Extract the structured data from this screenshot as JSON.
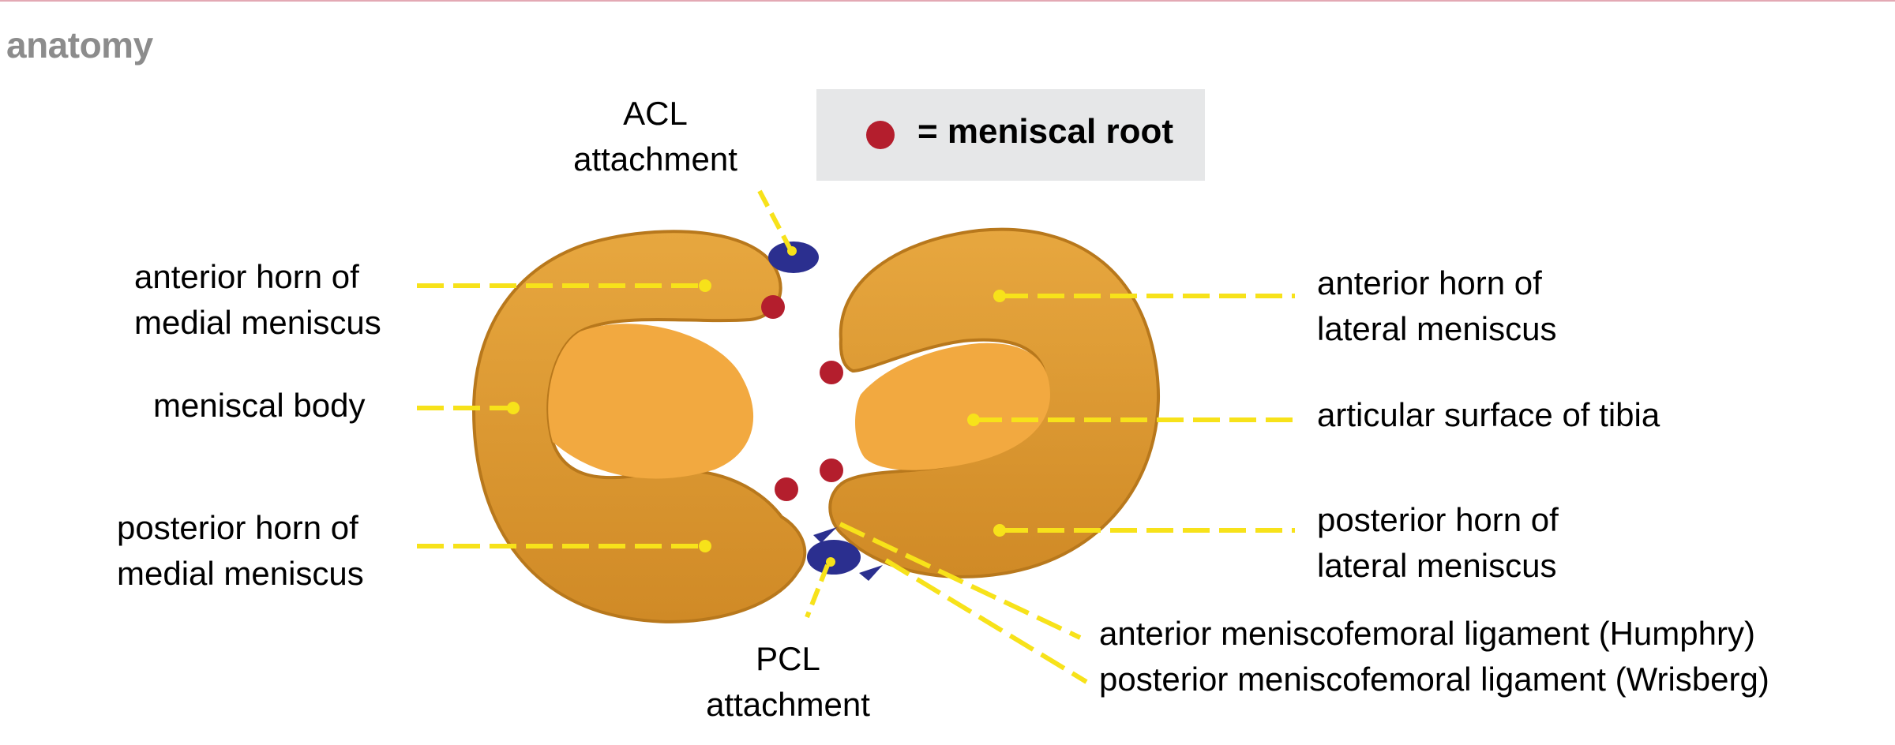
{
  "header": {
    "title": "anatomy"
  },
  "legend": {
    "text": "= meniscal root",
    "dot_color": "#b41e2d"
  },
  "labels": {
    "acl": {
      "line1": "ACL",
      "line2": "attachment"
    },
    "pcl": {
      "line1": "PCL",
      "line2": "attachment"
    },
    "ant_medial": {
      "line1": "anterior horn of",
      "line2": "medial meniscus"
    },
    "body": {
      "line1": "meniscal body"
    },
    "post_medial": {
      "line1": "posterior horn of",
      "line2": "medial meniscus"
    },
    "ant_lateral": {
      "line1": "anterior horn of",
      "line2": "lateral meniscus"
    },
    "articular": {
      "line1": "articular surface of tibia"
    },
    "post_lateral": {
      "line1": "posterior horn of",
      "line2": "lateral meniscus"
    },
    "humphry": {
      "line1": "anterior meniscofemoral ligament (Humphry)"
    },
    "wrisberg": {
      "line1": "posterior meniscofemoral ligament (Wrisberg)"
    }
  },
  "colors": {
    "meniscus": "#d9952f",
    "meniscus_edge": "#b8781c",
    "tibia_surface": "#f2a940",
    "ligament_attachment": "#2b2f8f",
    "pointer": "#f7e21a",
    "root": "#b41e2d"
  }
}
